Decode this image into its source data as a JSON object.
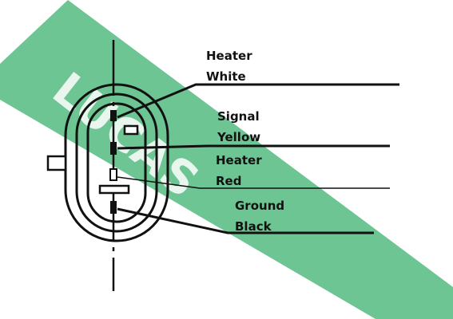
{
  "colors": {
    "watermark": "#6cc593",
    "ink": "#111111",
    "background": "#ffffff"
  },
  "watermark_text": "LUCAS",
  "pins": [
    {
      "name": "Heater",
      "color": "White"
    },
    {
      "name": "Signal",
      "color": "Yellow"
    },
    {
      "name": "Heater",
      "color": "Red"
    },
    {
      "name": "Ground",
      "color": "Black"
    }
  ]
}
